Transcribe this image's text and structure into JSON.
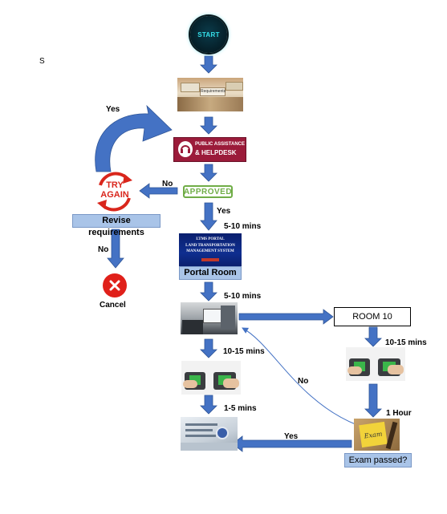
{
  "margin_note": "S",
  "start": {
    "label": "START"
  },
  "helpdesk": {
    "line1": "PUBLIC ASSISTANCE",
    "line2": "& HELPDESK"
  },
  "approved": {
    "label": "APPROVED"
  },
  "try_again": {
    "line1": "TRY",
    "line2": "AGAIN"
  },
  "revise": {
    "label": "Revise requirements"
  },
  "cancel": {
    "label": "Cancel"
  },
  "portal": {
    "line1": "LTMS PORTAL",
    "line2": "LAND TRANSPORTATION",
    "line3": "MANAGEMENT SYSTEM",
    "caption": "Portal Room"
  },
  "room10": {
    "label": "ROOM 10"
  },
  "exam": {
    "sticky": "Exam",
    "caption": "Exam passed?"
  },
  "requirements_photo": {
    "folder_tab": "Requirements"
  },
  "edges": {
    "yes_loop": "Yes",
    "no_try_again": "No",
    "yes_approved": "Yes",
    "t_portal": "5-10 mins",
    "no_cancel": "No",
    "t_desk": "5-10 mins",
    "t_bio_left": "10-15 mins",
    "t_bio_right": "10-15 mins",
    "t_license": "1-5 mins",
    "t_exam": "1 Hour",
    "no_retake": "No",
    "yes_passed": "Yes"
  },
  "colors": {
    "arrow": "#4472c4",
    "arrow_dark": "#2f5597",
    "node_box": "#a9c4e8",
    "approved_green": "#70ad47",
    "helpdesk_red": "#9b1b3a",
    "cancel_red": "#e0201a"
  }
}
